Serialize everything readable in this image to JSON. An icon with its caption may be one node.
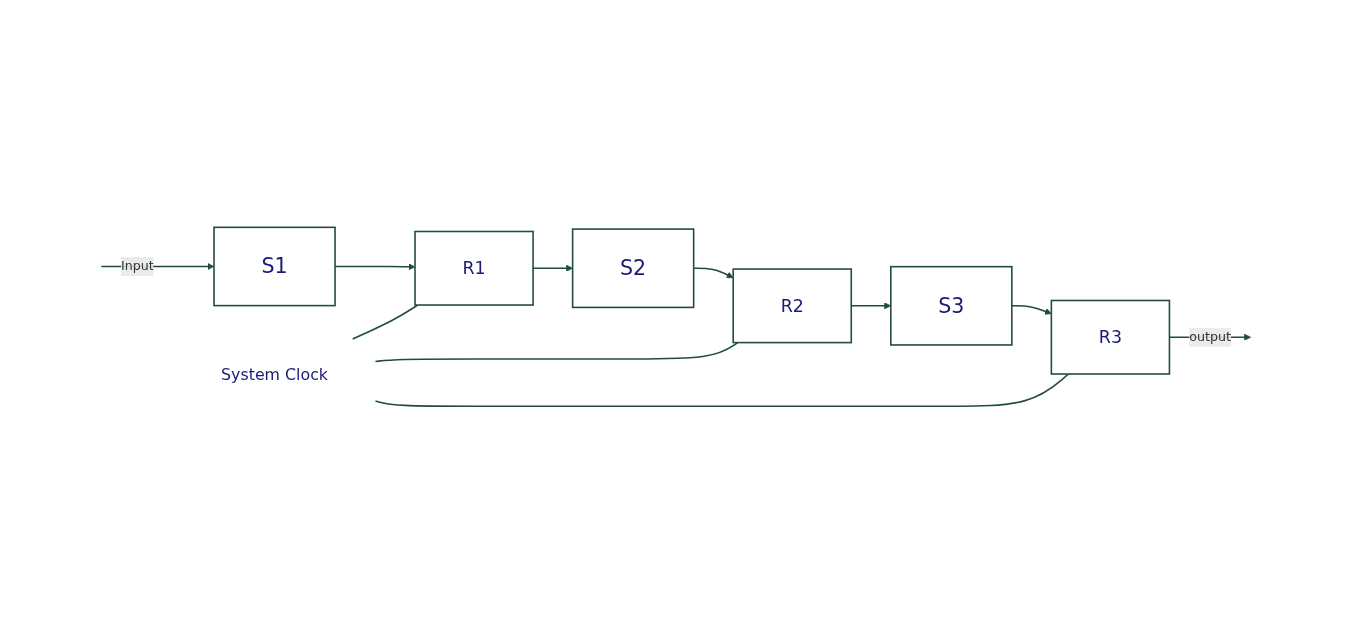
{
  "diagram": {
    "nodes": [
      {
        "text": [
          "System Clock"
        ]
      },
      {
        "text": [
          "S1"
        ]
      },
      {
        "text": [
          "R1"
        ]
      },
      {
        "text": [
          "S2"
        ]
      },
      {
        "text": [
          "R2"
        ]
      },
      {
        "text": [
          "S3"
        ]
      },
      {
        "text": [
          "R3"
        ]
      }
    ],
    "edges": [
      {
        "from": null,
        "to": 1,
        "arrow": "to",
        "label": "Input"
      },
      {
        "from": 1,
        "to": 2,
        "arrow": "to"
      },
      {
        "from": 2,
        "to": 3,
        "arrow": "to"
      },
      {
        "from": 3,
        "to": 4,
        "arrow": "to"
      },
      {
        "from": 4,
        "to": 5,
        "arrow": "to"
      },
      {
        "from": 5,
        "to": 6,
        "arrow": "to"
      },
      {
        "from": 6,
        "to": null,
        "arrow": "to",
        "label": "output"
      },
      {
        "from": 0,
        "to": 2,
        "arrow": "none"
      },
      {
        "from": 0,
        "to": 4,
        "arrow": "none"
      },
      {
        "from": 0,
        "to": 6,
        "arrow": "none"
      }
    ]
  }
}
